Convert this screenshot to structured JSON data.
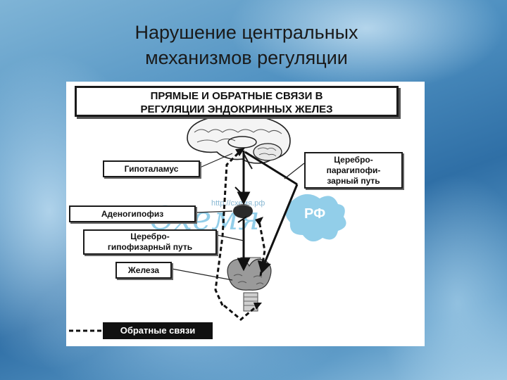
{
  "slide": {
    "title_line1": "Нарушение центральных",
    "title_line2": "механизмов регуляции"
  },
  "diagram": {
    "header_line1": "ПРЯМЫЕ И ОБРАТНЫЕ СВЯЗИ В",
    "header_line2": "РЕГУЛЯЦИИ ЭНДОКРИННЫХ ЖЕЛЕЗ",
    "labels": {
      "hypothalamus": "Гипоталамус",
      "adenohypophysis": "Аденогипофиз",
      "cerebro_hypophyseal_line1": "Церебро-",
      "cerebro_hypophyseal_line2": "гипофизарный путь",
      "gland": "Железа",
      "cerebro_parahypophyseal_line1": "Церебро-",
      "cerebro_parahypophyseal_line2": "парагипофи-",
      "cerebro_parahypophyseal_line3": "зарный путь"
    },
    "legend": "Обратные связи",
    "watermark": {
      "url": "http://схемя.рф",
      "logo_text": "Схемя",
      "logo_badge": "РФ"
    }
  },
  "colors": {
    "line": "#111111",
    "watermark": "#3aa7d8"
  }
}
